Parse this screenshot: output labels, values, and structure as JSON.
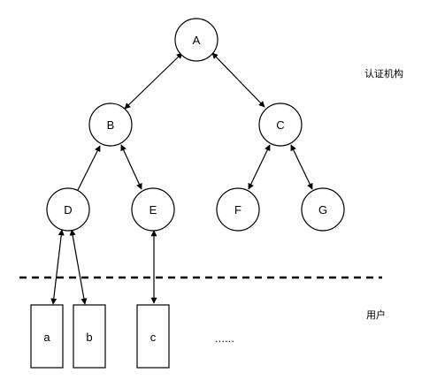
{
  "labels": {
    "authority": "认证机构",
    "users": "用户",
    "ellipsis": "……"
  },
  "nodes": [
    {
      "id": "A",
      "label": "A"
    },
    {
      "id": "B",
      "label": "B"
    },
    {
      "id": "C",
      "label": "C"
    },
    {
      "id": "D",
      "label": "D"
    },
    {
      "id": "E",
      "label": "E"
    },
    {
      "id": "F",
      "label": "F"
    },
    {
      "id": "G",
      "label": "G"
    }
  ],
  "user_boxes": [
    {
      "id": "a",
      "label": "a"
    },
    {
      "id": "b",
      "label": "b"
    },
    {
      "id": "c",
      "label": "c"
    }
  ],
  "edges": [
    {
      "from": "A",
      "to": "B",
      "type": "bidirectional"
    },
    {
      "from": "A",
      "to": "C",
      "type": "bidirectional"
    },
    {
      "from": "D",
      "to": "B",
      "type": "directed"
    },
    {
      "from": "B",
      "to": "E",
      "type": "bidirectional"
    },
    {
      "from": "C",
      "to": "F",
      "type": "bidirectional"
    },
    {
      "from": "C",
      "to": "G",
      "type": "bidirectional"
    },
    {
      "from": "D",
      "to": "a",
      "type": "bidirectional"
    },
    {
      "from": "D",
      "to": "b",
      "type": "bidirectional"
    },
    {
      "from": "E",
      "to": "c",
      "type": "bidirectional"
    }
  ]
}
